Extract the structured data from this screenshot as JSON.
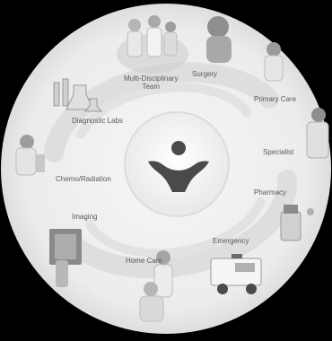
{
  "diagram": {
    "segments": [
      {
        "key": "multi",
        "label_lines": [
          "Multi-Disciplinary",
          "Team"
        ],
        "icon": "doctors-team-photo"
      },
      {
        "key": "surgery",
        "label_lines": [
          "Surgery"
        ],
        "icon": "surgeon-photo"
      },
      {
        "key": "primary",
        "label_lines": [
          "Primary Care"
        ],
        "icon": "primary-care-doctor-photo"
      },
      {
        "key": "specialist",
        "label_lines": [
          "Specialist"
        ],
        "icon": "specialist-doctor-photo"
      },
      {
        "key": "pharmacy",
        "label_lines": [
          "Pharmacy"
        ],
        "icon": "pharmacy-bottle-photo"
      },
      {
        "key": "emergency",
        "label_lines": [
          "Emergency"
        ],
        "icon": "ambulance-photo"
      },
      {
        "key": "homecare",
        "label_lines": [
          "Home Care"
        ],
        "icon": "home-care-nurse-photo"
      },
      {
        "key": "imaging",
        "label_lines": [
          "Imaging"
        ],
        "icon": "xray-photo"
      },
      {
        "key": "chemo",
        "label_lines": [
          "Chemo/Radiation"
        ],
        "icon": "chemo-patient-photo"
      },
      {
        "key": "labs",
        "label_lines": [
          "Diagnostic Labs"
        ],
        "icon": "lab-flasks-photo"
      }
    ],
    "center_icon": "patient-figure-icon",
    "colors": {
      "background": "#000000",
      "disc": "#efefef",
      "swirl": "#dcdcdc",
      "figure": "#4a4a4a",
      "text": "#5a5a5a"
    }
  }
}
